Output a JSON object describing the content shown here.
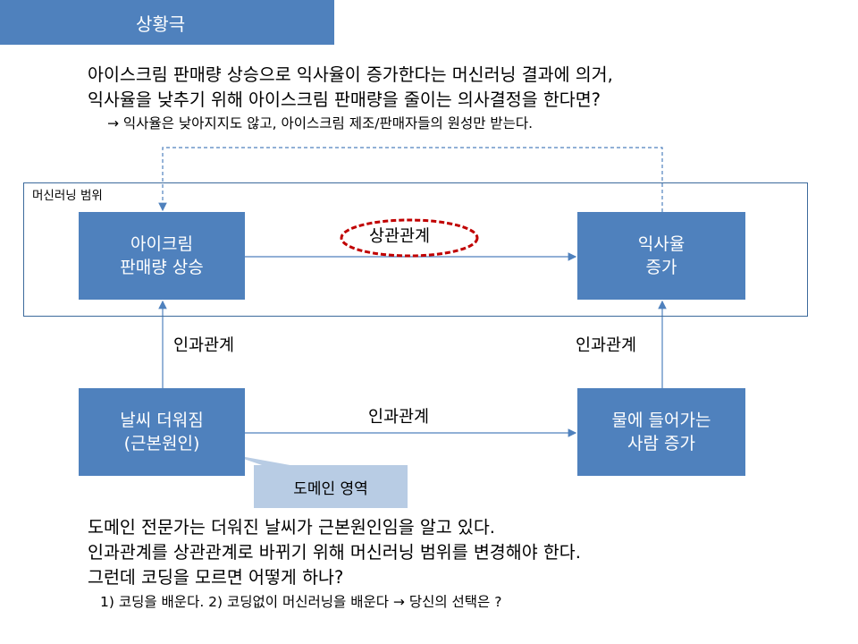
{
  "header": {
    "title": "상황극"
  },
  "intro": {
    "line1": "아이스크림 판매량 상승으로 익사율이 증가한다는 머신러닝 결과에 의거,",
    "line2": "익사율을 낮추기 위해 아이스크림 판매량을 줄이는 의사결정을 한다면?",
    "line3": "→ 익사율은 낮아지지도 않고, 아이스크림 제조/판매자들의 원성만 받는다."
  },
  "diagram": {
    "ml_scope_label": "머신러닝 범위",
    "nodes": {
      "ice_cream": [
        "아이크림",
        "판매량 상승"
      ],
      "drowning": [
        "익사율",
        "증가"
      ],
      "weather": [
        "날씨 더워짐",
        "(근본원인)"
      ],
      "water": [
        "물에 들어가는",
        "사람 증가"
      ]
    },
    "edges": {
      "correlation": "상관관계",
      "causal_left": "인과관계",
      "causal_right": "인과관계",
      "causal_bottom": "인과관계"
    },
    "callout": "도메인 영역",
    "colors": {
      "box": "#4f81bd",
      "callout": "#b8cce4",
      "highlight": "#c00000",
      "line": "#4f81bd"
    }
  },
  "conclusion": {
    "line1": "도메인 전문가는 더워진 날씨가 근본원인임을 알고 있다.",
    "line2": "인과관계를 상관관계로 바뀌기 위해 머신러닝 범위를 변경해야 한다.",
    "line3": "그런데 코딩을 모르면 어떻게 하나?",
    "line4": "1) 코딩을 배운다. 2) 코딩없이 머신러닝을 배운다 → 당신의 선택은 ?"
  }
}
